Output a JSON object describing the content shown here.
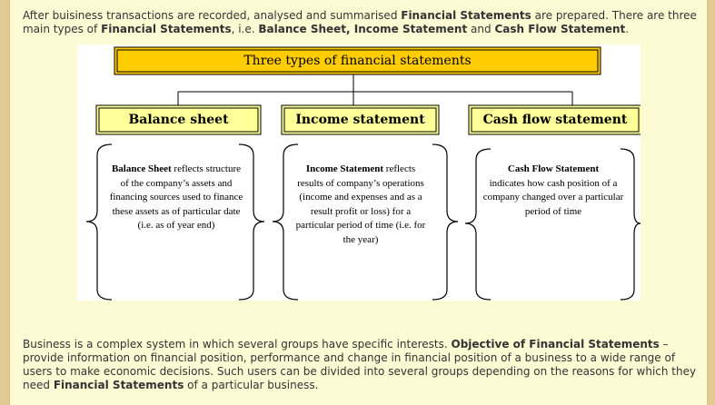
{
  "intro": {
    "t1": "After buisiness transactions are recorded, analysed and summarised ",
    "b1": "Financial Statements",
    "t2": " are prepared. There are three main types of ",
    "b2": "Financial Statements",
    "t3": ", i.e. ",
    "b3": "Balance Sheet, Income Statement",
    "t4": " and ",
    "b4": "Cash Flow Statement",
    "t5": "."
  },
  "diagram": {
    "title": "Three types of financial statements",
    "boxes": [
      {
        "label": "Balance sheet",
        "desc_bold": "Balance Sheet",
        "desc_text": " reflects structure of the company’s assets and financing sources used to finance these assets as of particular date (i.e. as of year end)"
      },
      {
        "label": "Income statement",
        "desc_bold": "Income Statement",
        "desc_text": " reflects results of company’s operations (income and expenses and as a result profit or loss) for a particular period of time (i.e. for the year)"
      },
      {
        "label": "Cash flow statement",
        "desc_bold": "Cash Flow Statement",
        "desc_text": " indicates how cash position of a company changed over a particular period of time"
      }
    ],
    "colors": {
      "box_fill": "#ffff99",
      "title_fill": "#ffcc00",
      "line": "#000000"
    }
  },
  "outro": {
    "t1": "Business is a complex system in which several groups have specific interests. ",
    "b1": "Objective of Financial Statements",
    "t2": " – provide information on financial position, performance and change in financial position of a business to a wide range of users to make economic decisions. Such users can be divided into several groups depending on the reasons for which they need ",
    "b2": "Financial Statements",
    "t3": " of a particular business."
  }
}
